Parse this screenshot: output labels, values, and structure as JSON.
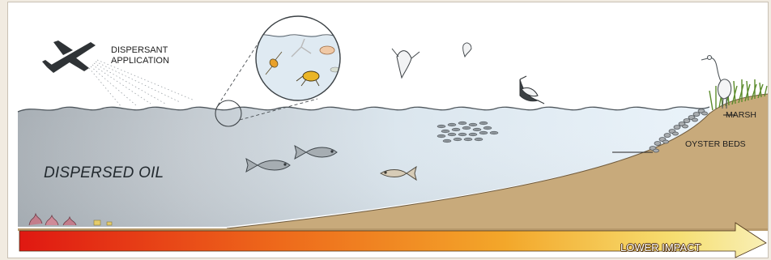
{
  "labels": {
    "dispersant_application": "DISPERSANT APPLICATION",
    "dispersed_oil": "DISPERSED OIL",
    "marsh": "MARSH",
    "oyster_beds": "OYSTER BEDS",
    "lower_impact": "LOWER IMPACT"
  },
  "icons": {
    "aircraft": "airplane-icon",
    "seabird": "gull-icon",
    "heron": "heron-icon",
    "fish": "fish-icon",
    "plankton": "zooplankton-icon"
  },
  "colors": {
    "water_deep": "#9aa3aa",
    "water_shallow": "#e8f1f8",
    "seabed": "#c9ab7b",
    "arrow_high": "#e41b14",
    "arrow_mid": "#f08a1c",
    "arrow_low": "#f7e9a8",
    "marsh_grass": "#5a8a2a"
  }
}
